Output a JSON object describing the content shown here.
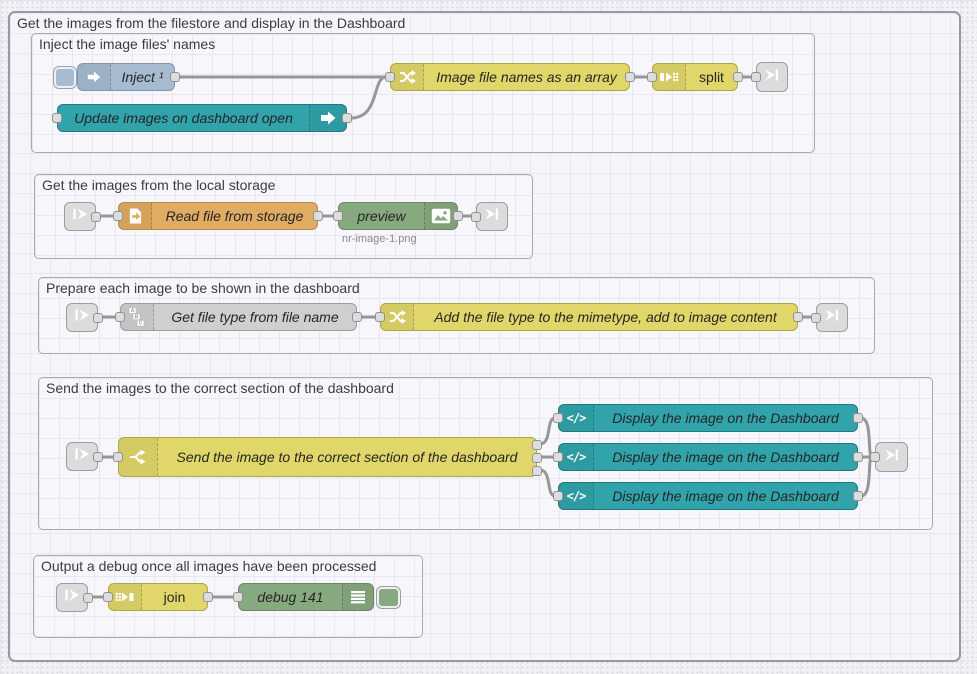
{
  "workspace": {
    "outer_group": {
      "title": "Get the images from the filestore and display in the Dashboard"
    },
    "groups": [
      {
        "title": "Inject the image files' names"
      },
      {
        "title": "Get the images from the local storage"
      },
      {
        "title": "Prepare each image to be shown in the dashboard"
      },
      {
        "title": "Send the images to the correct section of the dashboard"
      },
      {
        "title": "Output a debug once all images have been processed"
      }
    ]
  },
  "nodes": {
    "inject": {
      "label": "Inject ¹"
    },
    "dashboard_open": {
      "label": "Update images on dashboard open"
    },
    "filenames_array": {
      "label": "Image file names as an array"
    },
    "split": {
      "label": "split"
    },
    "read_file": {
      "label": "Read file from storage"
    },
    "preview": {
      "label": "preview",
      "status": "nr-image-1.png"
    },
    "file_type": {
      "label": "Get file type from file name"
    },
    "mimetype": {
      "label": "Add the file type to the mimetype, add to image content"
    },
    "switch": {
      "label": "Send the image to the correct section of the dashboard"
    },
    "display1": {
      "label": "Display the image on the Dashboard"
    },
    "display2": {
      "label": "Display the image on the Dashboard"
    },
    "display3": {
      "label": "Display the image on the Dashboard"
    },
    "join": {
      "label": "join"
    },
    "debug": {
      "label": "debug 141"
    }
  },
  "icons": {
    "template_glyph": "</>",
    "abc_letters": [
      "A",
      "B",
      "C"
    ]
  },
  "colors": {
    "inject_node": "#a6bbcf",
    "dashboard_node": "#31a3ab",
    "function_yellow": "#e0d66a",
    "file_orange": "#e0ab62",
    "gray_node": "#cfcfcf",
    "green_node": "#87a980",
    "link_node": "#dcdcdc",
    "wire": "#979797"
  }
}
